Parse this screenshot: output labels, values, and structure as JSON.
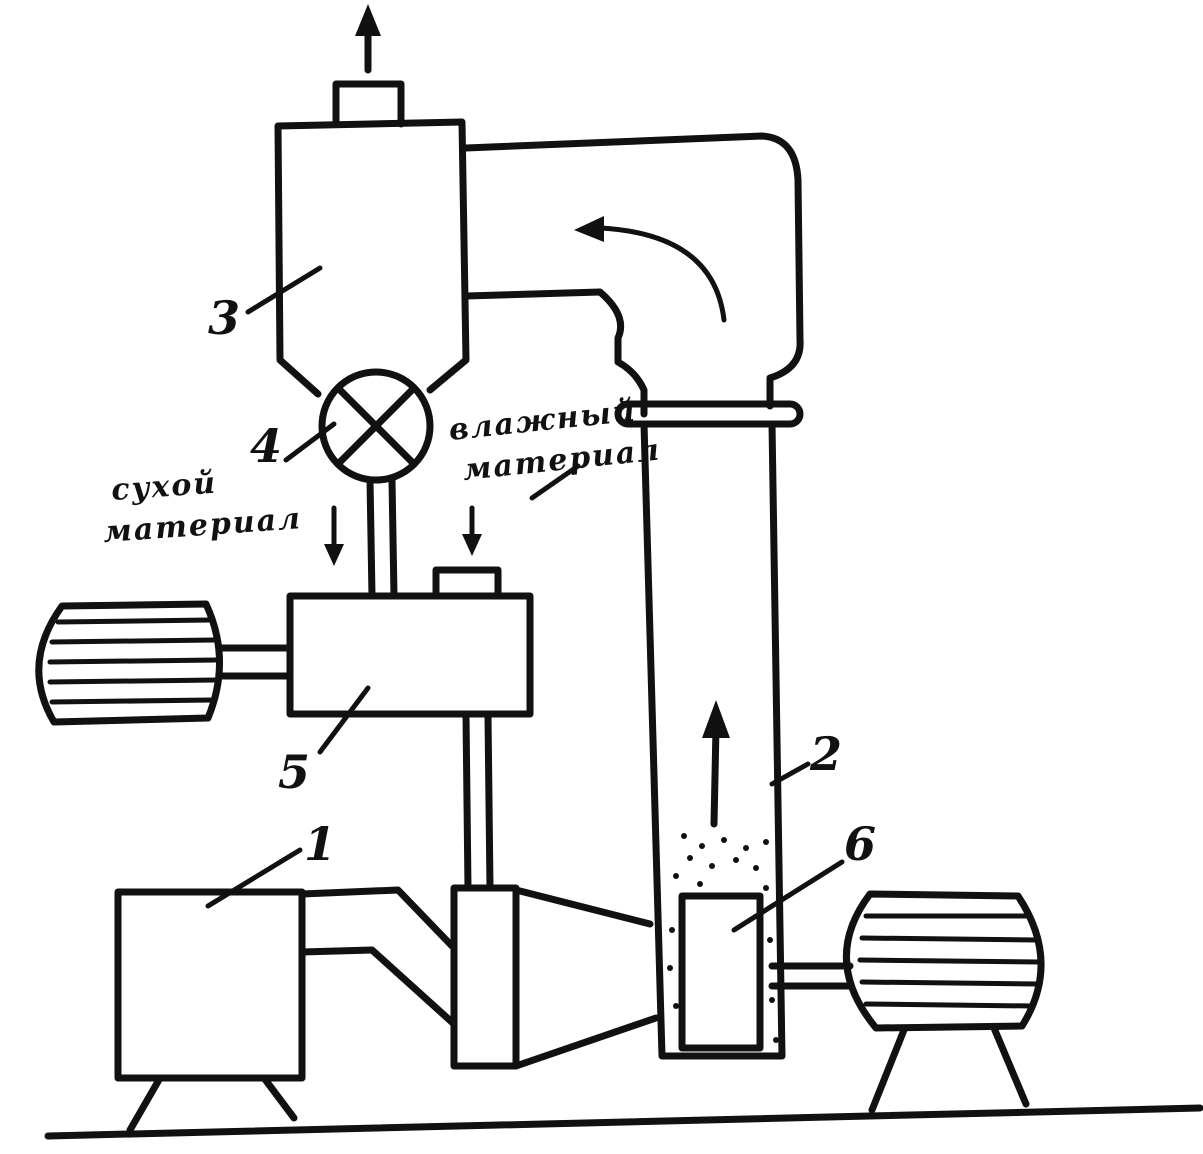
{
  "labels": {
    "dry_material_line1": "сухой",
    "dry_material_line2": "материал",
    "wet_material_line1": "влажный",
    "wet_material_line2": "материал"
  },
  "numbers": {
    "n1": "1",
    "n2": "2",
    "n3": "3",
    "n4": "4",
    "n5": "5",
    "n6": "6"
  }
}
